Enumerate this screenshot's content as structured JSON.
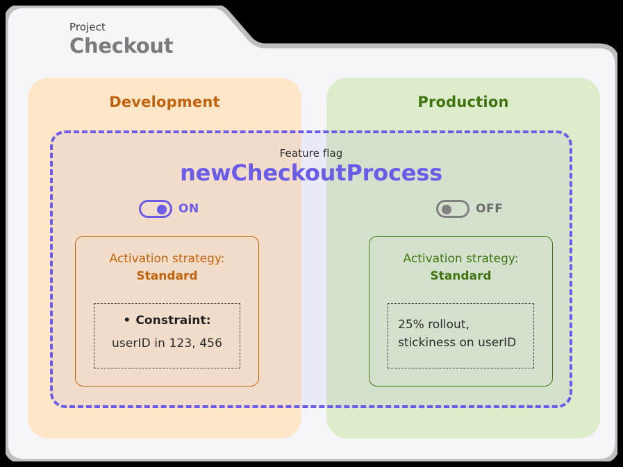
{
  "project": {
    "kicker": "Project",
    "name": "Checkout"
  },
  "feature_flag": {
    "kicker": "Feature flag",
    "name": "newCheckoutProcess"
  },
  "colors": {
    "flag_purple": "#6B5CE8",
    "dev_accent": "#C1620C",
    "dev_bg": "#FDE7C8",
    "prod_accent": "#3F7410",
    "prod_bg": "#DDECCB",
    "card_bg": "#F6F6FA",
    "card_border": "#BFBFBF",
    "title_gray": "#7B7B7B"
  },
  "environments": [
    {
      "id": "development",
      "title": "Development",
      "toggle": {
        "state": "ON",
        "label": "ON",
        "enabled": true
      },
      "strategy": {
        "label": "Activation strategy:",
        "value": "Standard",
        "detail_kind": "constraint",
        "constraint_label": "Constraint:",
        "constraint_bullet": "•",
        "constraint_value": "userID in 123, 456"
      }
    },
    {
      "id": "production",
      "title": "Production",
      "toggle": {
        "state": "OFF",
        "label": "OFF",
        "enabled": false
      },
      "strategy": {
        "label": "Activation strategy:",
        "value": "Standard",
        "detail_kind": "text",
        "detail_line_1": "25% rollout,",
        "detail_line_2": "stickiness on userID"
      }
    }
  ]
}
